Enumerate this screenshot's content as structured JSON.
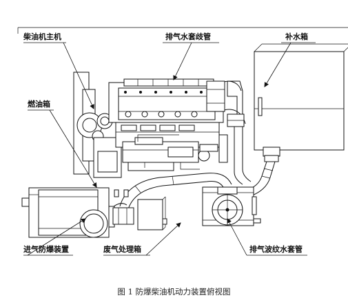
{
  "labels": {
    "main_engine": "柴油机主机",
    "exhaust_jacket_pipe": "排气水套歧管",
    "makeup_tank": "补水箱",
    "fuel_tank": "燃油箱",
    "intake_explosion_proof": "进气防爆装置",
    "exhaust_treatment_box": "废气处理箱",
    "corrugated_jacket_pipe": "排气波纹水套管"
  },
  "caption": "图 1  防爆柴油机动力装置俯视图"
}
